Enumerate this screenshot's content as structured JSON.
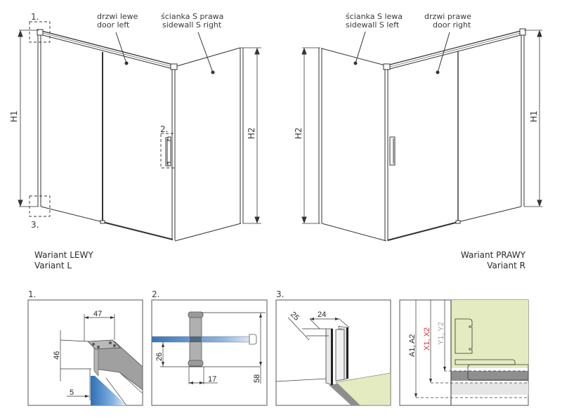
{
  "main_left": {
    "detail_markers": [
      "1.",
      "2.",
      "3."
    ],
    "callouts": [
      {
        "line1": "drzwi lewe",
        "line2": "door left"
      },
      {
        "line1": "ścianka S prawa",
        "line2": "sidewall S right"
      }
    ],
    "dimensions": {
      "h1": "H1",
      "h2": "H2"
    },
    "variant": {
      "line1": "Wariant LEWY",
      "line2": "Variant L"
    }
  },
  "main_right": {
    "callouts": [
      {
        "line1": "ścianka S lewa",
        "line2": "sidewall S left"
      },
      {
        "line1": "drzwi prawe",
        "line2": "door right"
      }
    ],
    "dimensions": {
      "h1": "H1",
      "h2": "H2"
    },
    "variant": {
      "line1": "Wariant PRAWY",
      "line2": "Variant R"
    }
  },
  "details": [
    {
      "number": "1.",
      "dims": [
        "47",
        "46",
        "5"
      ]
    },
    {
      "number": "2.",
      "dims": [
        "26",
        "17",
        "58"
      ]
    },
    {
      "number": "3.",
      "dims": [
        "25",
        "24"
      ]
    },
    {
      "number": "",
      "labels": [
        "A1, A2",
        "X1, X2",
        "Y1, Y2"
      ]
    }
  ],
  "colors": {
    "line": "#333333",
    "glass_blue": "#4a86c8",
    "floor_green": "#e4ebc0",
    "profile_gray": "#9a9a9a",
    "label_red": "#d0343a",
    "label_gray": "#a8a8a8"
  }
}
